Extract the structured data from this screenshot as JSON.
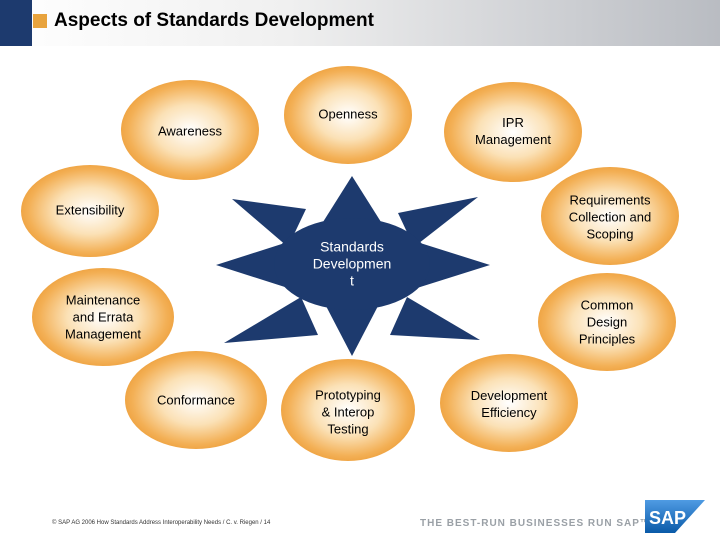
{
  "title": "Aspects of Standards Development",
  "center": "Standards\nDevelopmen\nt",
  "nodes": [
    "Awareness",
    "Openness",
    "IPR\nManagement",
    "Extensibility",
    "Requirements\nCollection and\nScoping",
    "Maintenance\nand Errata\nManagement",
    "Common\nDesign\nPrinciples",
    "Conformance",
    "Prototyping\n& Interop\nTesting",
    "Development\nEfficiency"
  ],
  "footer": "© SAP AG 2006 How Standards Address Interoperability Needs / C. v. Riegen / 14",
  "slogan": "THE BEST-RUN BUSINESSES RUN SAP™",
  "logo_text": "SAP",
  "colors": {
    "navy": "#1d3a6e",
    "ellipse_fill": "#f3b056",
    "ellipse_edge": "#ffffff"
  }
}
